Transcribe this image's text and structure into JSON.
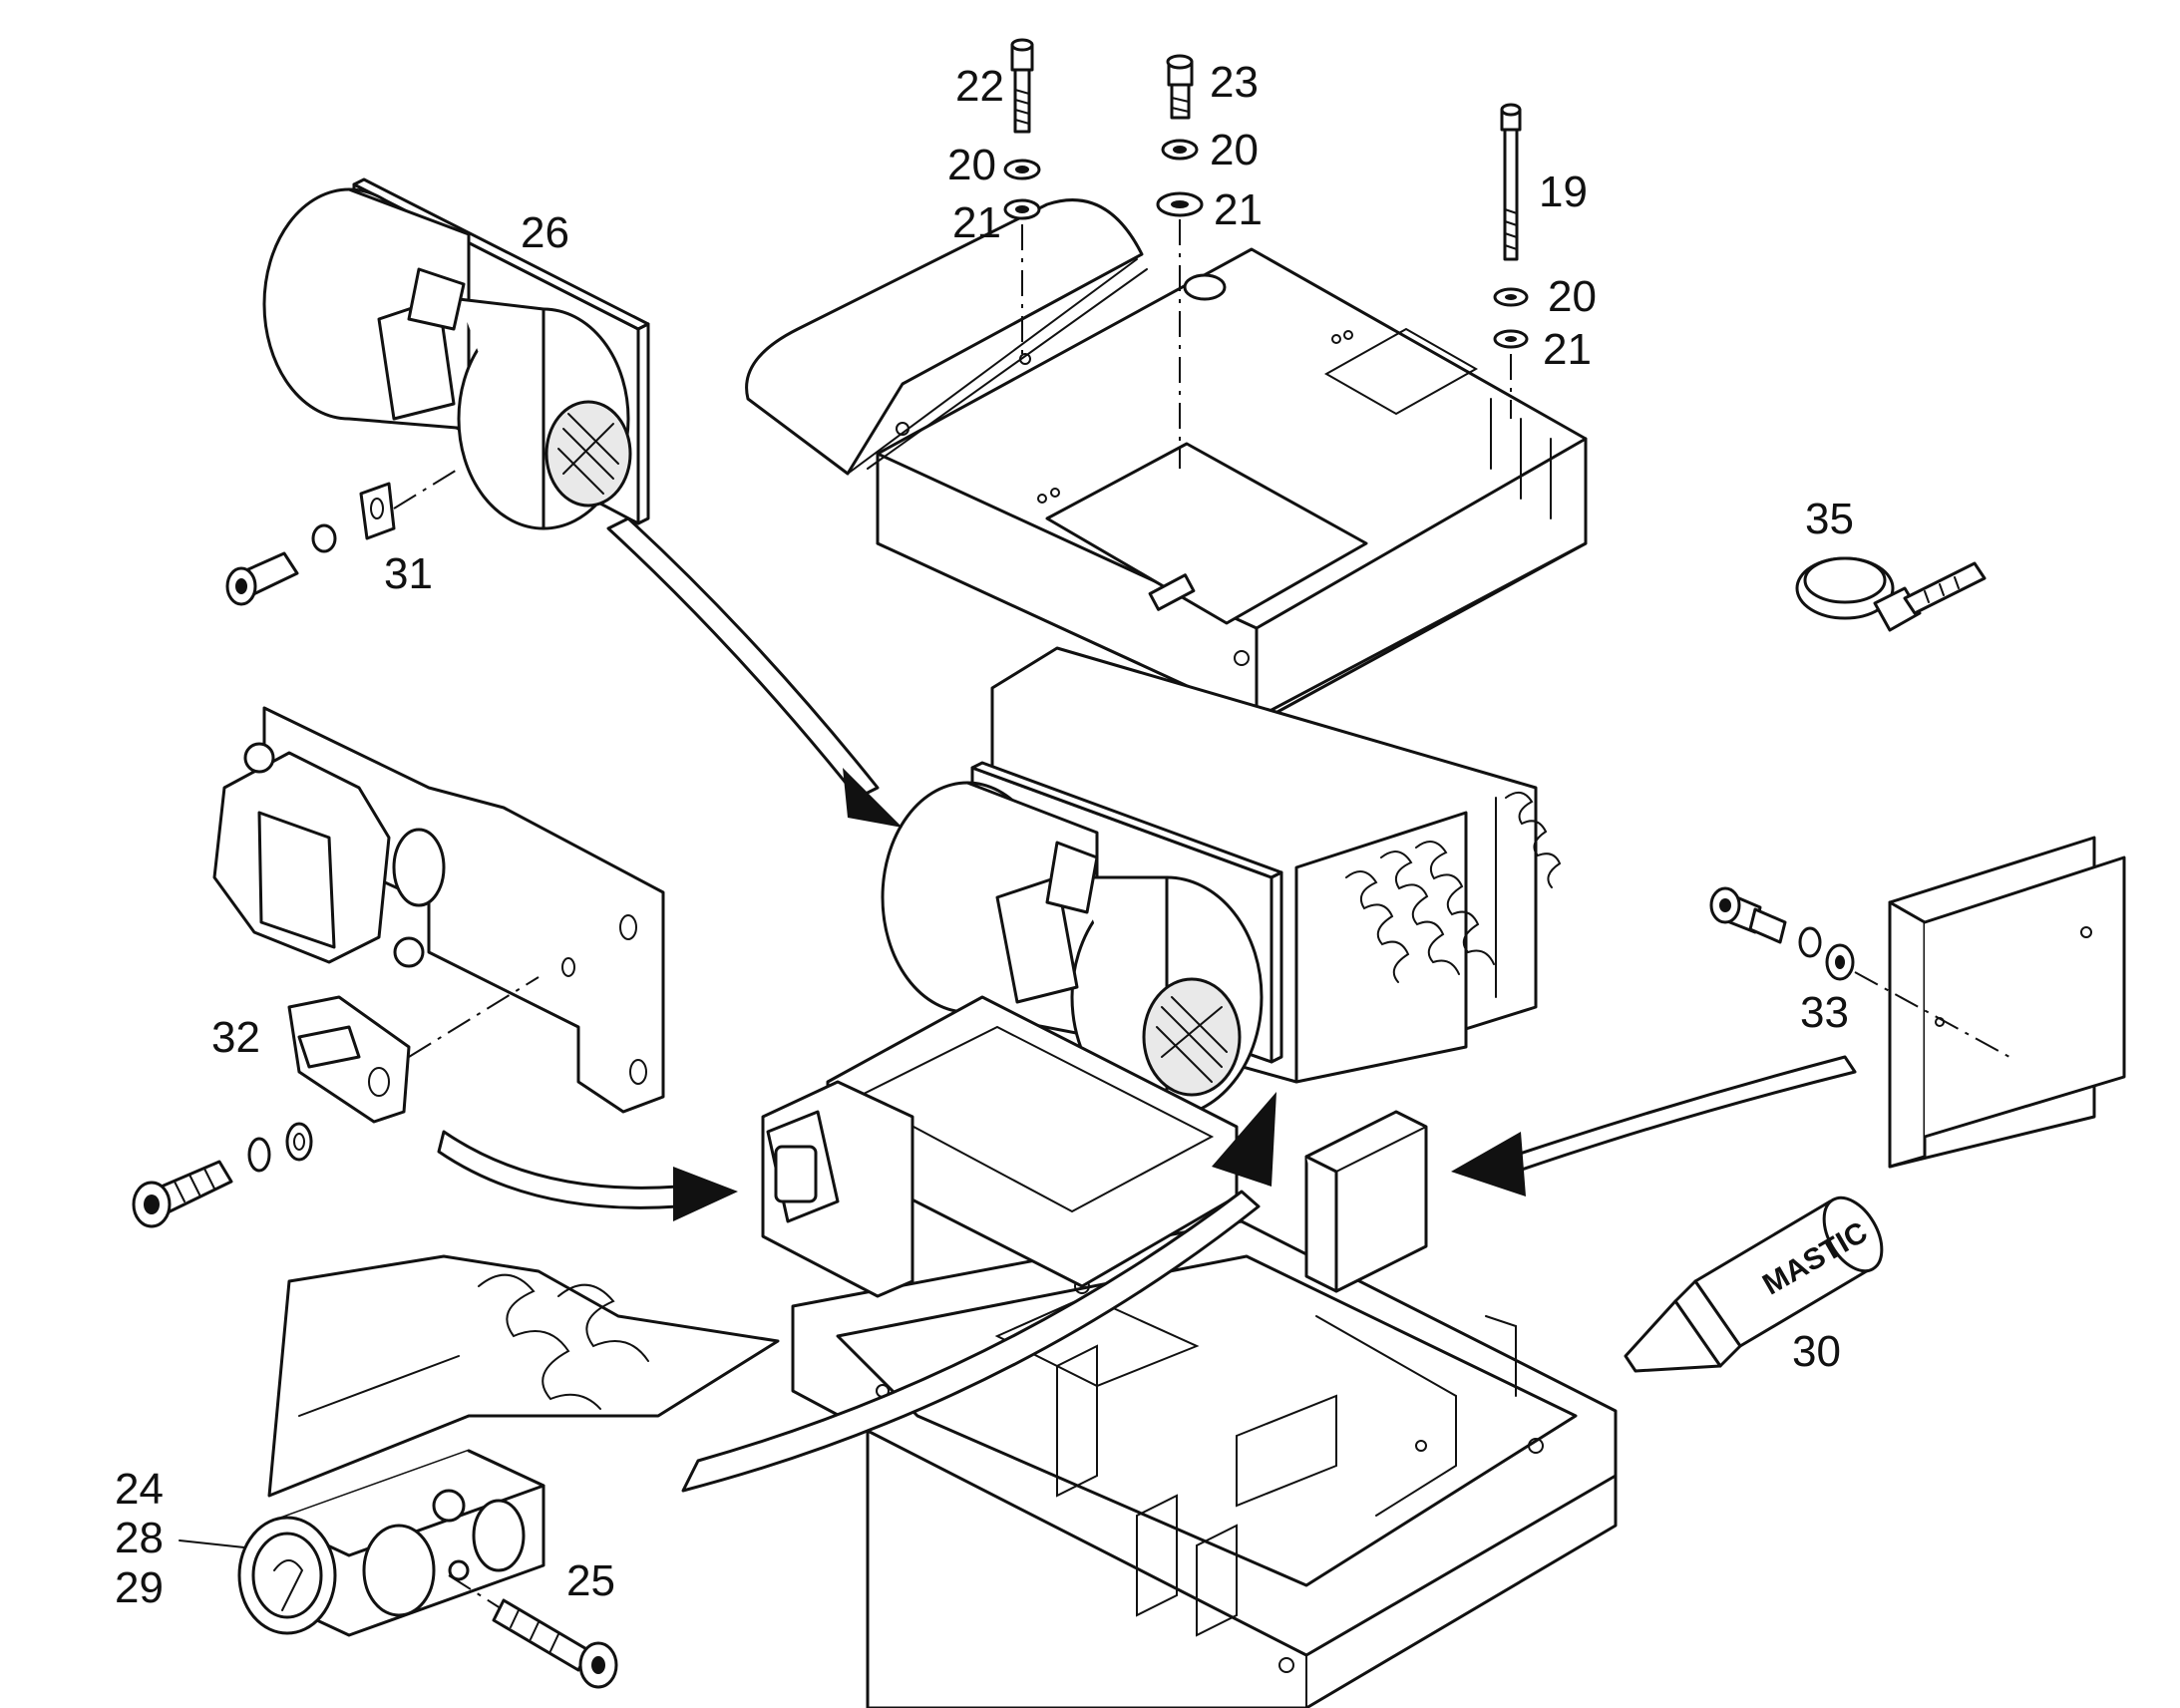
{
  "callouts": {
    "c19": "19",
    "c20a": "20",
    "c20b": "20",
    "c20c": "20",
    "c21a": "21",
    "c21b": "21",
    "c21c": "21",
    "c22": "22",
    "c23": "23",
    "c24": "24",
    "c25": "25",
    "c26": "26",
    "c28": "28",
    "c29": "29",
    "c30": "30",
    "c31": "31",
    "c32": "32",
    "c33": "33",
    "c35": "35"
  },
  "labels": {
    "tube_text": "MASTIC"
  },
  "colors": {
    "line": "#111111",
    "background": "#ffffff"
  }
}
